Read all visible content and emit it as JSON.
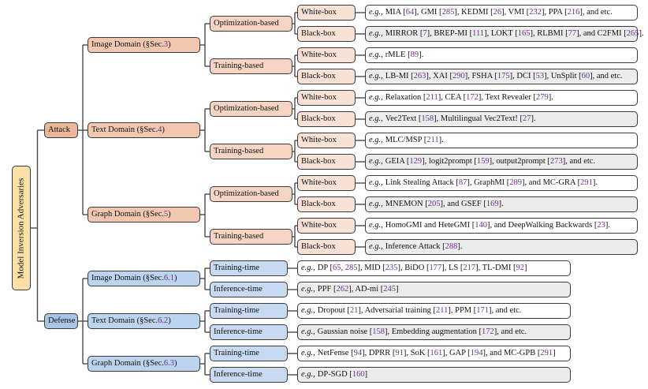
{
  "root": {
    "label": "Model Inversion Adversaries"
  },
  "attack": {
    "label": "Attack",
    "domains": [
      {
        "label_prefix": "Image Domain (§Sec. ",
        "sec": "3",
        "label_suffix": ")",
        "methods": [
          {
            "label": "Optimization-based",
            "access": [
              {
                "label": "White-box",
                "examples": [
                  [
                    "MIA",
                    "64"
                  ],
                  [
                    "GMI",
                    "285"
                  ],
                  [
                    "KEDMI",
                    "26"
                  ],
                  [
                    "VMI",
                    "232"
                  ],
                  [
                    "PPA",
                    "216"
                  ]
                ],
                "tail": ", and etc."
              },
              {
                "label": "Black-box",
                "examples": [
                  [
                    "MIRROR",
                    "7"
                  ],
                  [
                    "BREP-MI",
                    "111"
                  ],
                  [
                    "LOKT",
                    "165"
                  ],
                  [
                    "RLBMI",
                    "77"
                  ],
                  [
                    "and C2FMI",
                    "265"
                  ]
                ],
                "tail": "."
              }
            ]
          },
          {
            "label": "Training-based",
            "access": [
              {
                "label": "White-box",
                "examples": [
                  [
                    "rMLE",
                    "89"
                  ]
                ],
                "tail": "."
              },
              {
                "label": "Black-box",
                "examples": [
                  [
                    "LB-MI",
                    "263"
                  ],
                  [
                    "XAI",
                    "290"
                  ],
                  [
                    "FSHA",
                    "175"
                  ],
                  [
                    "DCI",
                    "53"
                  ],
                  [
                    "UnSplit",
                    "60"
                  ]
                ],
                "tail": ", and etc."
              }
            ]
          }
        ]
      },
      {
        "label_prefix": "Text Domain (§Sec. ",
        "sec": "4",
        "label_suffix": ")",
        "methods": [
          {
            "label": "Optimization-based",
            "access": [
              {
                "label": "White-box",
                "examples": [
                  [
                    "Relaxation",
                    "211"
                  ],
                  [
                    "CEA",
                    "172"
                  ],
                  [
                    "Text Revealer",
                    "279"
                  ]
                ],
                "tail": "."
              },
              {
                "label": "Black-box",
                "examples": [
                  [
                    "Vec2Text",
                    "158"
                  ],
                  [
                    "Multilingual Vec2Text!",
                    "27"
                  ]
                ],
                "tail": "."
              }
            ]
          },
          {
            "label": "Training-based",
            "access": [
              {
                "label": "White-box",
                "examples": [
                  [
                    "MLC/MSP",
                    "211"
                  ]
                ],
                "tail": "."
              },
              {
                "label": "Black-box",
                "examples": [
                  [
                    "GEIA",
                    "129"
                  ],
                  [
                    "logit2prompt",
                    "159"
                  ],
                  [
                    "output2prompt",
                    "273"
                  ]
                ],
                "tail": ", and etc."
              }
            ]
          }
        ]
      },
      {
        "label_prefix": "Graph Domain (§Sec. ",
        "sec": "5",
        "label_suffix": ")",
        "methods": [
          {
            "label": "Optimization-based",
            "access": [
              {
                "label": "White-box",
                "examples": [
                  [
                    "Link Stealing Attack",
                    "87"
                  ],
                  [
                    "GraphMI",
                    "289"
                  ],
                  [
                    "and MC-GRA",
                    "291"
                  ]
                ],
                "tail": "."
              },
              {
                "label": "Black-box",
                "examples": [
                  [
                    "MNEMON",
                    "205"
                  ],
                  [
                    "and GSEF",
                    "169"
                  ]
                ],
                "tail": "."
              }
            ]
          },
          {
            "label": "Training-based",
            "access": [
              {
                "label": "White-box",
                "examples": [
                  [
                    "HomoGMI and HeteGMI",
                    "140"
                  ],
                  [
                    "and DeepWalking Backwards",
                    "23"
                  ]
                ],
                "tail": "."
              },
              {
                "label": "Black-box",
                "examples": [
                  [
                    "Inference Attack",
                    "288"
                  ]
                ],
                "tail": "."
              }
            ]
          }
        ]
      }
    ]
  },
  "defense": {
    "label": "Defense",
    "domains": [
      {
        "label_prefix": "Image Domain (§Sec. ",
        "sec": "6.1",
        "label_suffix": ")",
        "stages": [
          {
            "label": "Training-time",
            "examples": [
              [
                "DP",
                "65, 285"
              ],
              [
                "MID",
                "235"
              ],
              [
                "BiDO",
                "177"
              ],
              [
                "LS",
                "217"
              ],
              [
                "TL-DMI",
                "92"
              ]
            ],
            "tail": ""
          },
          {
            "label": "Inference-time",
            "examples": [
              [
                "PPF",
                "262"
              ],
              [
                "AD-mi",
                "245"
              ]
            ],
            "tail": ""
          }
        ]
      },
      {
        "label_prefix": "Text Domain (§Sec. ",
        "sec": "6.2",
        "label_suffix": ")",
        "stages": [
          {
            "label": "Training-time",
            "examples": [
              [
                "Dropout",
                "21"
              ],
              [
                "Adversarial training",
                "211"
              ],
              [
                "PPM",
                "171"
              ]
            ],
            "tail": ", and etc."
          },
          {
            "label": "Inference-time",
            "examples": [
              [
                "Gaussian noise",
                "158"
              ],
              [
                "Embedding augmentation",
                "172"
              ]
            ],
            "tail": ", and etc."
          }
        ]
      },
      {
        "label_prefix": "Graph Domain (§Sec. ",
        "sec": "6.3",
        "label_suffix": ")",
        "stages": [
          {
            "label": "Training-time",
            "examples": [
              [
                "NetFense",
                "94"
              ],
              [
                "DPRR",
                "91"
              ],
              [
                "SoK",
                "161"
              ],
              [
                " GAP",
                "194"
              ],
              [
                "and MC-GPB",
                "291"
              ]
            ],
            "tail": ""
          },
          {
            "label": "Inference-time",
            "examples": [
              [
                "DP-SGD",
                "160"
              ]
            ],
            "tail": ""
          }
        ]
      }
    ]
  },
  "eg_label": "e.g.,",
  "colors": {
    "attack": "#eab79b",
    "defense": "#a9c5e6",
    "root": "#fbe0a8",
    "reference": "#6b2d8c"
  }
}
